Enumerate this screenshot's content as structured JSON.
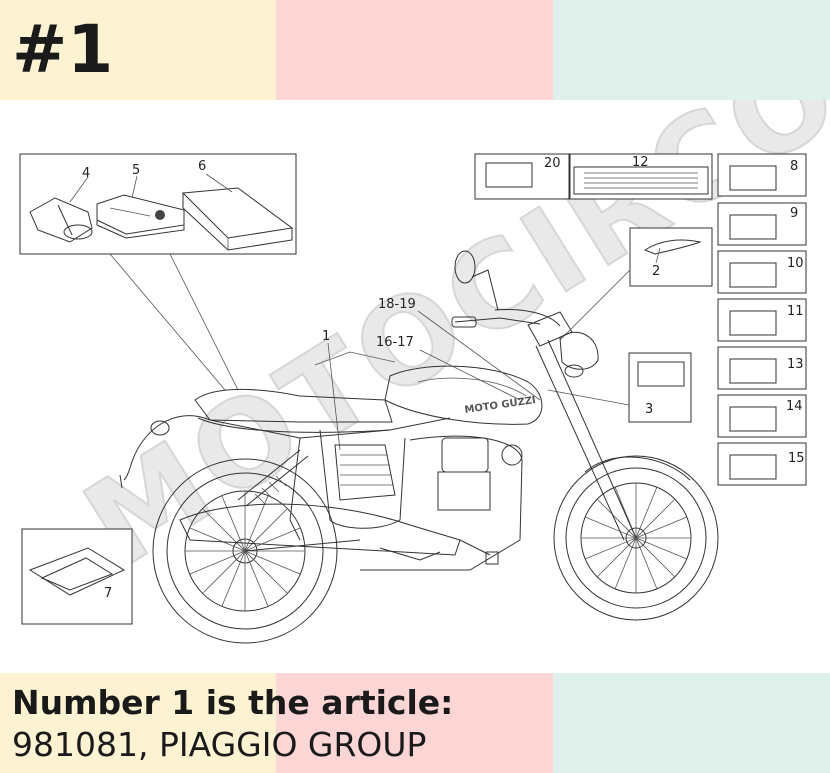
{
  "header": {
    "title": "#1"
  },
  "diagram": {
    "callouts": {
      "c1": "1",
      "c2": "2",
      "c3": "3",
      "c4": "4",
      "c5": "5",
      "c6": "6",
      "c7": "7",
      "c8": "8",
      "c9": "9",
      "c10": "10",
      "c11": "11",
      "c12": "12",
      "c13": "13",
      "c14": "14",
      "c15": "15",
      "c16_17": "16-17",
      "c18_19": "18-19",
      "c20": "20"
    },
    "tank_logo": "MOTO GUZZI",
    "watermark": "MOTOCIRCO"
  },
  "caption": {
    "line1": "Number 1 is the article:",
    "line2": "981081, PIAGGIO GROUP"
  },
  "colors": {
    "band_yellow": "#fdf3d3",
    "band_pink": "#fbd6d5",
    "band_mint": "#dff1ea"
  }
}
